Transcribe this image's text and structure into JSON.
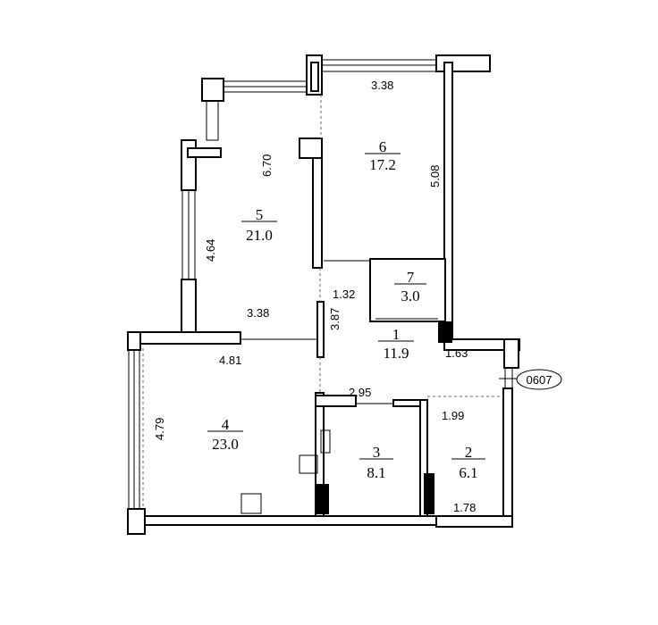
{
  "plan": {
    "rooms": [
      {
        "number": "1",
        "area": "11.9"
      },
      {
        "number": "2",
        "area": "6.1"
      },
      {
        "number": "3",
        "area": "8.1"
      },
      {
        "number": "4",
        "area": "23.0"
      },
      {
        "number": "5",
        "area": "21.0"
      },
      {
        "number": "6",
        "area": "17.2"
      },
      {
        "number": "7",
        "area": "3.0"
      }
    ],
    "dimensions": {
      "room6_width": "3.38",
      "room6_length": "5.08",
      "room5_length": "6.70",
      "room5_side": "4.64",
      "room5_width": "3.38",
      "hall_gap": "1.32",
      "hall_length": "3.87",
      "room4_width": "4.81",
      "room4_length": "4.79",
      "hall_width": "1.63",
      "room3_width": "2.95",
      "room2_length": "1.99",
      "room2_width": "1.78"
    },
    "entry_code": "0607"
  }
}
